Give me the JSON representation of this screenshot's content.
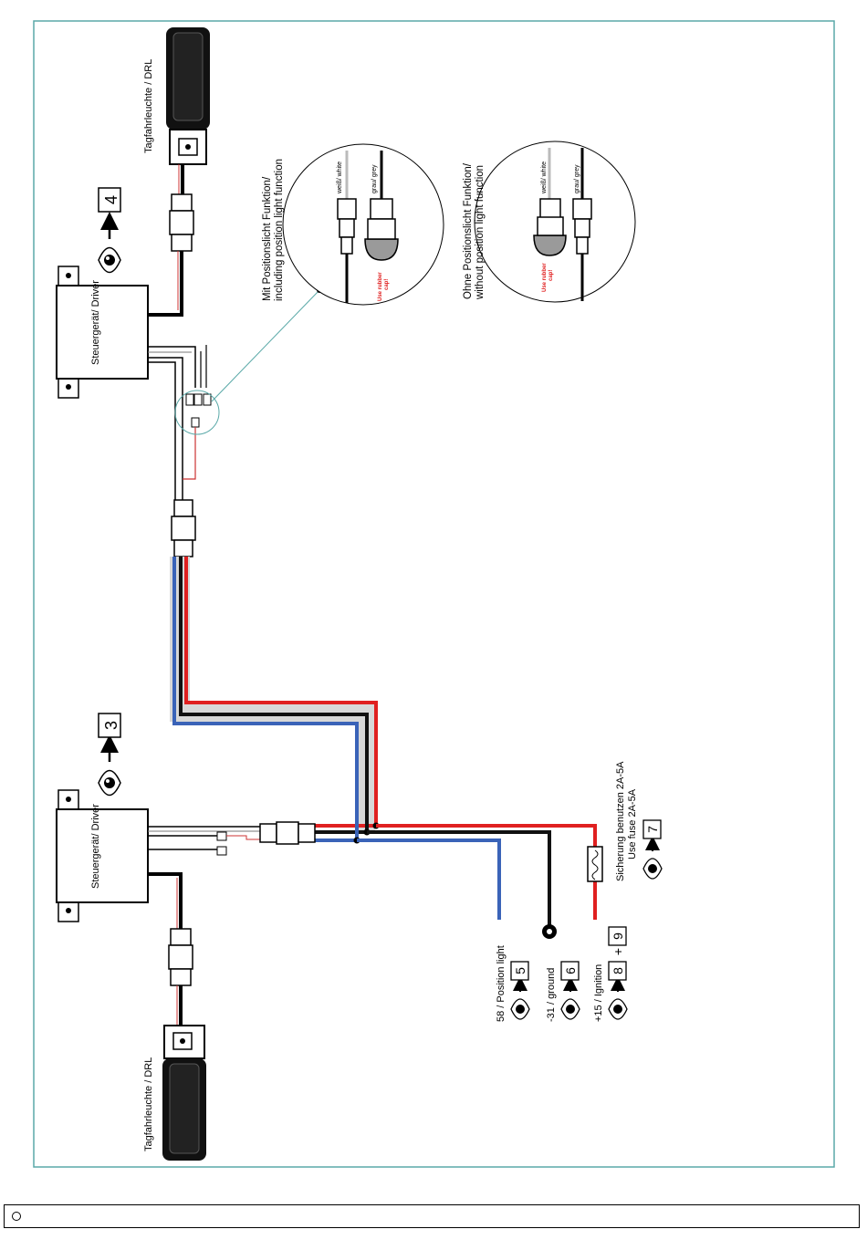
{
  "labels": {
    "drl_top": "Tagfahrleuchte / DRL",
    "drl_bottom": "Tagfahrleuchte / DRL",
    "driver_top": "Steuergerät/ Driver",
    "driver_bottom": "Steuergerät/ Driver",
    "step_3": "3",
    "step_4": "4",
    "step_5": "5",
    "step_6": "6",
    "step_7": "7",
    "step_8": "8",
    "step_9": "9",
    "plus": "+",
    "with_position_l1": "Mit Positionslicht Funktion/",
    "with_position_l2": "including position light function",
    "without_position_l1": "Ohne Positionslicht Funktion/",
    "without_position_l2": "without position light function",
    "white_label": "weiß/ white",
    "grey_label": "grau/ grey",
    "rubber_cap_l1": "Use rubber",
    "rubber_cap_l2": "cap!",
    "fuse_l1": "Sicherung benutzen 2A-5A",
    "fuse_l2": "Use fuse 2A-5A",
    "position_light": "58 / Position light",
    "ground": "-31 / ground",
    "ignition": "+15 / Ignition"
  },
  "colors": {
    "frame": "#5aa9a8",
    "wire_red": "#e02020",
    "wire_blue": "#3a63b8",
    "wire_black": "#111111",
    "rubber_cap": "#9a9a9a"
  }
}
